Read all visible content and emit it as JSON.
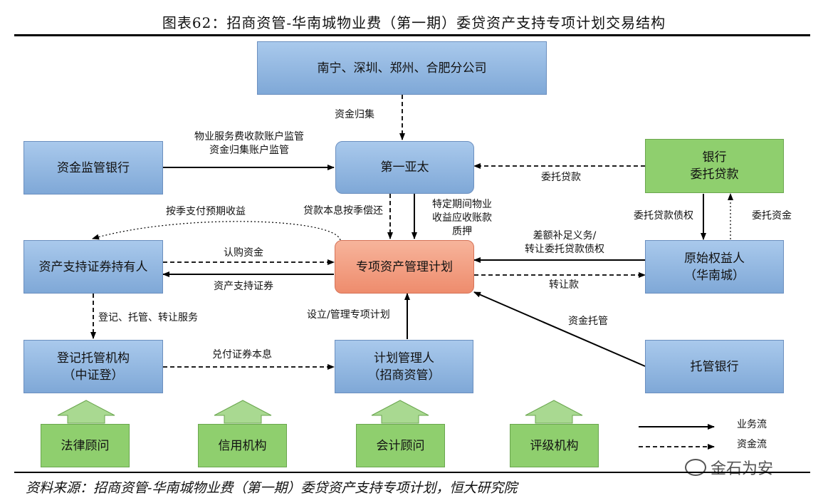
{
  "title": "图表62：招商资管-华南城物业费（第一期）委贷资产支持专项计划交易结构",
  "source": "资料来源：招商资管-华南城物业费（第一期）委贷资产支持专项计划，恒大研究院",
  "watermark": "金石为安",
  "nodes": {
    "branches": "南宁、深圳、郑州、合肥分公司",
    "supervisor_bank": "资金监管银行",
    "first_asia": "第一亚太",
    "bank_loan_l1": "银行",
    "bank_loan_l2": "委托贷款",
    "holders": "资产支持证券持有人",
    "plan": "专项资产管理计划",
    "originator_l1": "原始权益人",
    "originator_l2": "（华南城）",
    "registry_l1": "登记托管机构",
    "registry_l2": "（中证登）",
    "manager_l1": "计划管理人",
    "manager_l2": "（招商资管）",
    "custodian": "托管银行",
    "legal": "法律顾问",
    "credit": "信用机构",
    "accounting": "会计顾问",
    "rating": "评级机构"
  },
  "labels": {
    "fund_collection": "资金归集",
    "supervision_l1": "物业服务费收款账户监管",
    "supervision_l2": "资金归集账户监管",
    "entrusted_loan": "委托贷款",
    "quarterly_income": "按季支付预期收益",
    "repay": "贷款本息按季偿还",
    "pledge_l1": "特定期间物业",
    "pledge_l2": "收益应收账款",
    "pledge_l3": "质押",
    "loan_claim": "委托贷款债权",
    "entrusted_funds": "委托资金",
    "subscription": "认购资金",
    "securities": "资产支持证券",
    "obligation_l1": "差额补足义务/",
    "obligation_l2": "转让委托贷款债权",
    "transfer_payment": "转让款",
    "custody": "资金托管",
    "registry_service": "登记、托管、转让服务",
    "setup": "设立/管理专项计划",
    "payout": "兑付证券本息"
  },
  "legend": {
    "business": "业务流",
    "funds": "资金流"
  },
  "colors": {
    "blue_box": "#8fb4e0",
    "green_box": "#8fcf6e",
    "orange_box": "#f09a7c"
  }
}
